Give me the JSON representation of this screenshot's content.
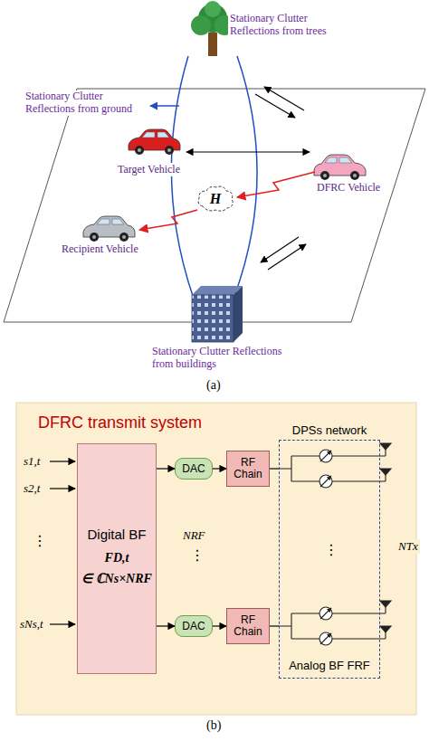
{
  "diagram": {
    "nodes": [
      {
        "text": [
          "H"
        ]
      },
      {
        "text": [
          "DFRC transmit system"
        ]
      },
      {
        "text": [
          "Digital BF",
          "FD,t",
          "∈ ℂNs×NRF"
        ],
        "in": 1
      },
      {
        "text": [
          "DAC"
        ],
        "in": 1
      },
      {
        "text": [
          "RF Chain"
        ],
        "in": 1
      },
      {
        "text": [
          "DAC"
        ],
        "in": 1
      },
      {
        "text": [
          "RF Chain"
        ],
        "in": 1
      },
      {
        "text": [
          "DPSs network",
          "Analog BF FRF"
        ],
        "in": 1
      }
    ],
    "edges": [
      {
        "from": 2,
        "to": 3,
        "arrow": "to"
      },
      {
        "from": 2,
        "to": 5,
        "arrow": "to"
      },
      {
        "from": 3,
        "to": 4,
        "arrow": "to"
      },
      {
        "from": 5,
        "to": 6,
        "arrow": "to"
      },
      {
        "from": 4,
        "to": 7,
        "arrow": "none"
      },
      {
        "from": 6,
        "to": 7,
        "arrow": "none"
      }
    ],
    "labels": [
      "Stationary Clutter Reflections from trees",
      "Stationary Clutter Reflections from ground",
      "Target Vehicle",
      "DFRC Vehicle",
      "Recipient Vehicle",
      "Stationary Clutter Reflections from buildings",
      "(a)",
      "s1,t",
      "s2,t",
      "⋮",
      "sNs,t",
      "NRF",
      "⋮",
      "⋮",
      "NTx",
      "(b)"
    ]
  }
}
